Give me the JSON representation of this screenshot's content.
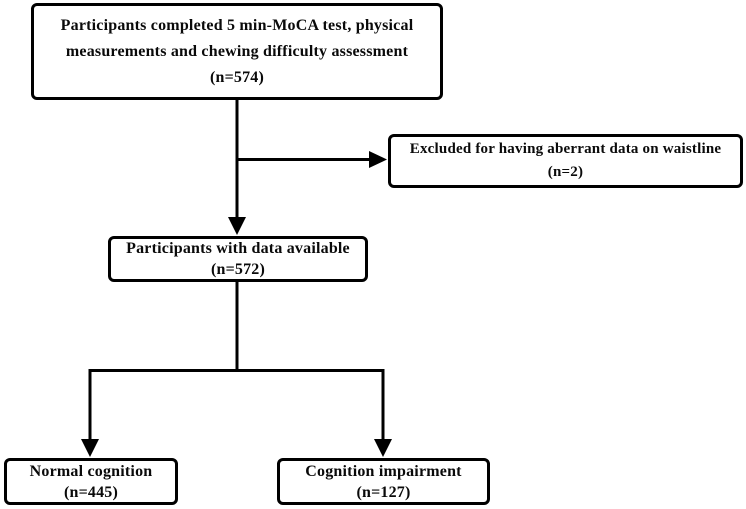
{
  "figure": {
    "type": "participant-flow-diagram",
    "background_color": "#ffffff",
    "line_color": "#000000",
    "text_color": "#0a0a0a",
    "nodes": [
      {
        "id": "initial-cohort",
        "label": "Participants completed 5 min-MoCA test, physical measurements and chewing difficulty assessment",
        "n": "(n=574)"
      },
      {
        "id": "excluded",
        "label": "Excluded for having aberrant data on waistline",
        "n": "(n=2)"
      },
      {
        "id": "data-available",
        "label": "Participants with data available",
        "n": "(n=572)"
      },
      {
        "id": "normal-cognition",
        "label": "Normal cognition",
        "n": "(n=445)"
      },
      {
        "id": "cognition-impairment",
        "label": "Cognition impairment",
        "n": "(n=127)"
      }
    ],
    "edges": [
      {
        "from": "initial-cohort",
        "to": "excluded",
        "style": "arrow"
      },
      {
        "from": "initial-cohort",
        "to": "data-available",
        "style": "arrow"
      },
      {
        "from": "data-available",
        "to": "normal-cognition",
        "style": "arrow"
      },
      {
        "from": "data-available",
        "to": "cognition-impairment",
        "style": "arrow"
      }
    ]
  }
}
